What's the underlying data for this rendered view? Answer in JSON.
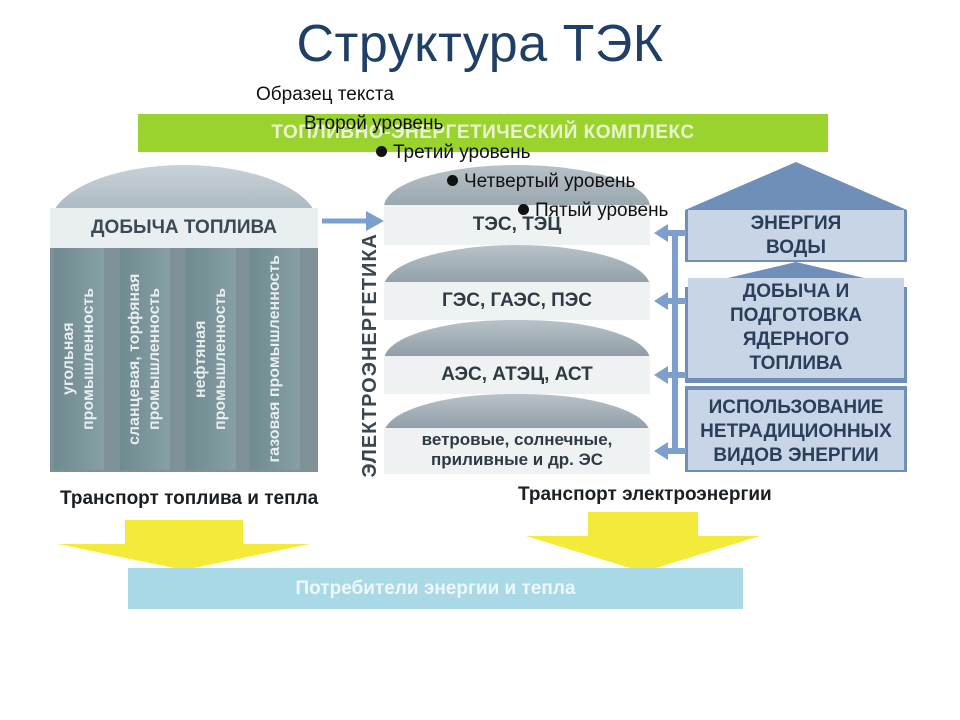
{
  "title": "Структура ТЭК",
  "outline": {
    "level1": "Образец текста",
    "level2": "Второй уровень",
    "level3": "Третий уровень",
    "level4": "Четвертый уровень",
    "level5": "Пятый уровень"
  },
  "header_bar": "ТОПЛИВНО-ЭНЕРГЕТИЧЕСКИЙ КОМПЛЕКС",
  "left": {
    "heading": "ДОБЫЧА ТОПЛИВА",
    "industries": [
      "угольная промышленность",
      "сланцевая, торфяная промышленность",
      "нефтяная промышленность",
      "газовая промышленность"
    ]
  },
  "middle": {
    "vertical_label": "ЭЛЕКТРОЭНЕРГЕТИКА",
    "levels": [
      "ТЭС, ТЭЦ",
      "ГЭС, ГАЭС, ПЭС",
      "АЭС, АТЭЦ, АСТ",
      "ветровые, солнечные, приливные и др. ЭС"
    ]
  },
  "right": {
    "blocks": [
      "ЭНЕРГИЯ ВОДЫ",
      "ДОБЫЧА И ПОДГОТОВКА ЯДЕРНОГО ТОПЛИВА",
      "ИСПОЛЬЗОВАНИЕ НЕТРАДИЦИОННЫХ ВИДОВ ЭНЕРГИИ"
    ]
  },
  "transport": {
    "fuel_heat": "Транспорт топлива и тепла",
    "electricity": "Транспорт электроэнергии"
  },
  "consumers": "Потребители энергии и тепла",
  "colors": {
    "title": "#1f3f66",
    "green_bar": "#9bd32e",
    "arrows": "#f4ea3a",
    "consumers_bar": "#a9d9e6",
    "right_column": "#6f8fb8"
  }
}
